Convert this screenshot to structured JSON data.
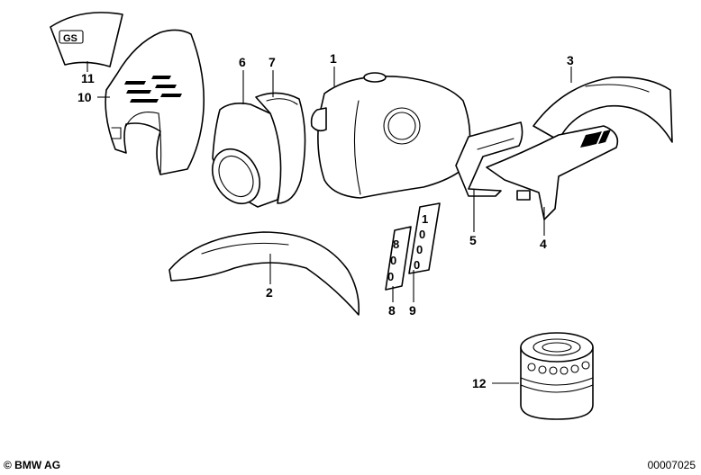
{
  "callouts": {
    "c1": "1",
    "c2": "2",
    "c3": "3",
    "c4": "4",
    "c5": "5",
    "c6": "6",
    "c7": "7",
    "c8": "8",
    "c9": "9",
    "c10": "10",
    "c11": "11",
    "c12": "12"
  },
  "decals": {
    "windscreen_logo": "GS",
    "numbers_8": [
      "8",
      "0",
      "0"
    ],
    "numbers_9": [
      "1",
      "0",
      "0",
      "0"
    ]
  },
  "footer": {
    "copyright": "© BMW AG",
    "document_number": "00007025"
  },
  "colors": {
    "line": "#000000",
    "background": "#ffffff"
  }
}
